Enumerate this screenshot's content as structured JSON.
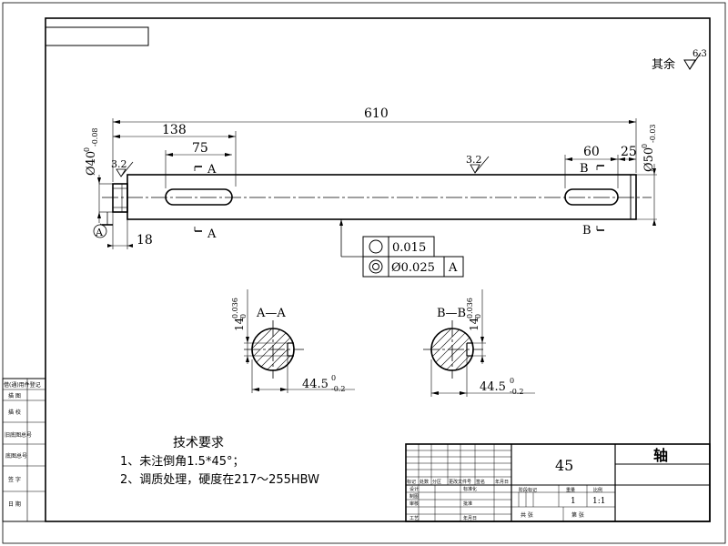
{
  "roughness": {
    "other": "其余",
    "symbol_value": "6.3"
  },
  "dims": {
    "total_length": "610",
    "shoulder_len": "138",
    "keyway_left_len": "75",
    "keyway_right_len": "60",
    "keyway_right_offset": "25",
    "left_end_len": "18",
    "dia_left": "Ø40",
    "dia_left_tol_upper": "0",
    "dia_left_tol_lower": "-0.08",
    "dia_right": "Ø50",
    "dia_right_tol_upper": "0",
    "dia_right_tol_lower": "-0.03",
    "rough_left": "3.2",
    "rough_mid": "3.2"
  },
  "sections": {
    "a_label": "A",
    "b_label": "B",
    "aa_title": "A—A",
    "bb_title": "B—B",
    "key_width": "14",
    "key_width_tol_upper": "0.036",
    "key_width_tol_lower": "0",
    "depth": "44.5",
    "depth_tol_upper": "0",
    "depth_tol_lower": "-0.2"
  },
  "datum": {
    "label": "A"
  },
  "tolerance_frames": {
    "circularity_value": "0.015",
    "coaxiality_value": "Ø0.025",
    "coaxiality_datum": "A"
  },
  "tech_req": {
    "title": "技术要求",
    "item1": "1、未注倒角1.5*45°；",
    "item2": "2、调质处理，硬度在217～255HBW"
  },
  "title_block": {
    "material": "45",
    "part_name": "轴",
    "part_name_color": "#00a8e0",
    "mark_label": "标记",
    "count_label": "处数",
    "zone_label": "分区",
    "change_doc_label": "更改文件号",
    "sign_label": "签名",
    "date_label": "年月日",
    "design_label": "设计",
    "standard_label": "标准化",
    "drawing_label": "制图",
    "review_label": "审核",
    "process_label": "工艺",
    "approve_label": "批准",
    "stage_label": "阶段标记",
    "weight_label": "重量",
    "scale_label": "比例",
    "weight_value": "1",
    "scale_value": "1:1",
    "sheets_label": "共 张",
    "sheet_label": "第 张"
  },
  "side_block": {
    "r1": "借(通)用件登记",
    "r2": "描 图",
    "r3": "描 校",
    "r4": "旧底图总号",
    "r5": "底图总号",
    "r6": "签 字",
    "r7": "日 期"
  }
}
